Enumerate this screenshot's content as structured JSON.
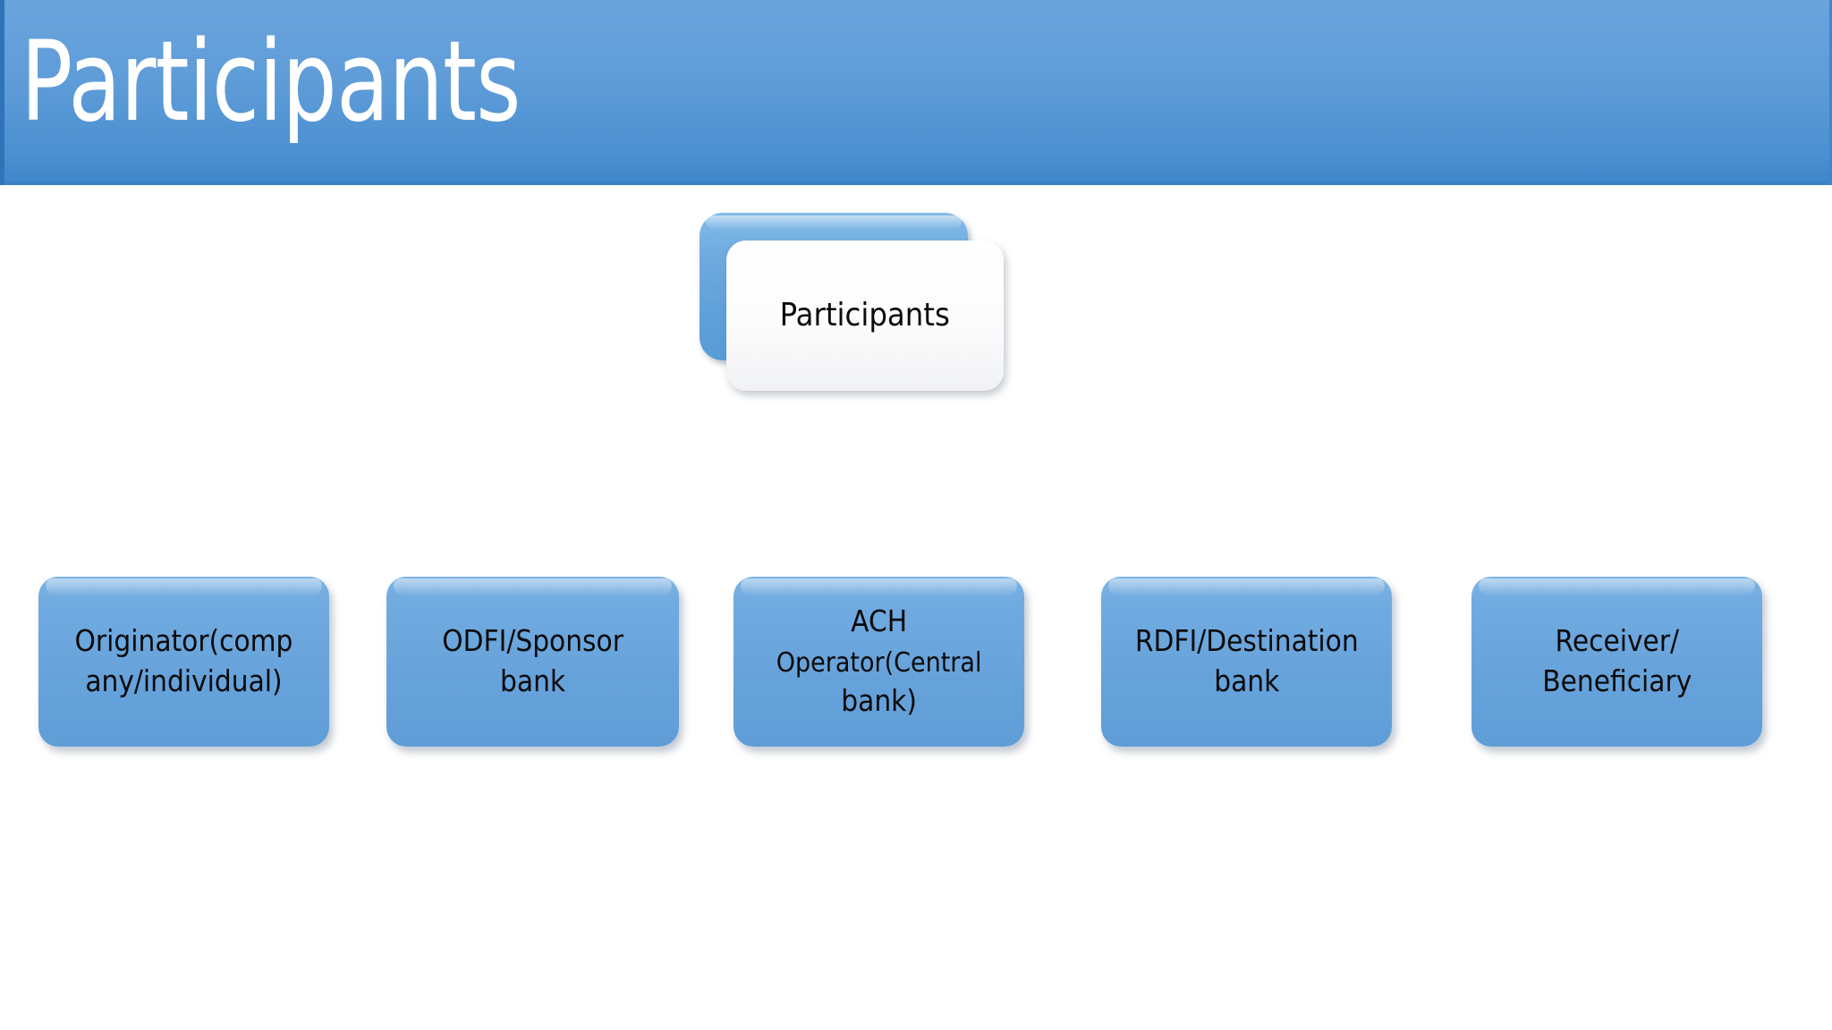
{
  "slide": {
    "background_color": "#ffffff",
    "title": "Participants",
    "banner": {
      "gradient_top": "#6ba4dd",
      "gradient_bottom": "#3d85c8",
      "title_color": "#ffffff"
    }
  },
  "diagram": {
    "type": "hierarchy",
    "root": {
      "label": "Participants",
      "card_fill": "#ffffff",
      "back_card_fill": "#6fabdf",
      "text_color": "#0b0b0b"
    },
    "children": [
      {
        "label": "Originator(company/individual)",
        "line1": "Originator(comp",
        "line2": "any/individual)",
        "fill": "#66a2da",
        "text_color": "#0a0a0a"
      },
      {
        "label": "ODFI/Sponsor bank",
        "line1": "ODFI/Sponsor",
        "line2": "bank",
        "fill": "#66a2da",
        "text_color": "#0a0a0a"
      },
      {
        "label": "ACH Operator(Central bank)",
        "line1": "ACH",
        "line2": "Operator(Central",
        "line3": "bank)",
        "fill": "#66a2da",
        "text_color": "#0a0a0a"
      },
      {
        "label": "RDFI/Destination bank",
        "line1": "RDFI/Destination",
        "line2": "bank",
        "fill": "#66a2da",
        "text_color": "#0a0a0a"
      },
      {
        "label": "Receiver/ Beneficiary",
        "line1": "Receiver/",
        "line2": "Beneficiary",
        "fill": "#66a2da",
        "text_color": "#0a0a0a"
      }
    ]
  }
}
